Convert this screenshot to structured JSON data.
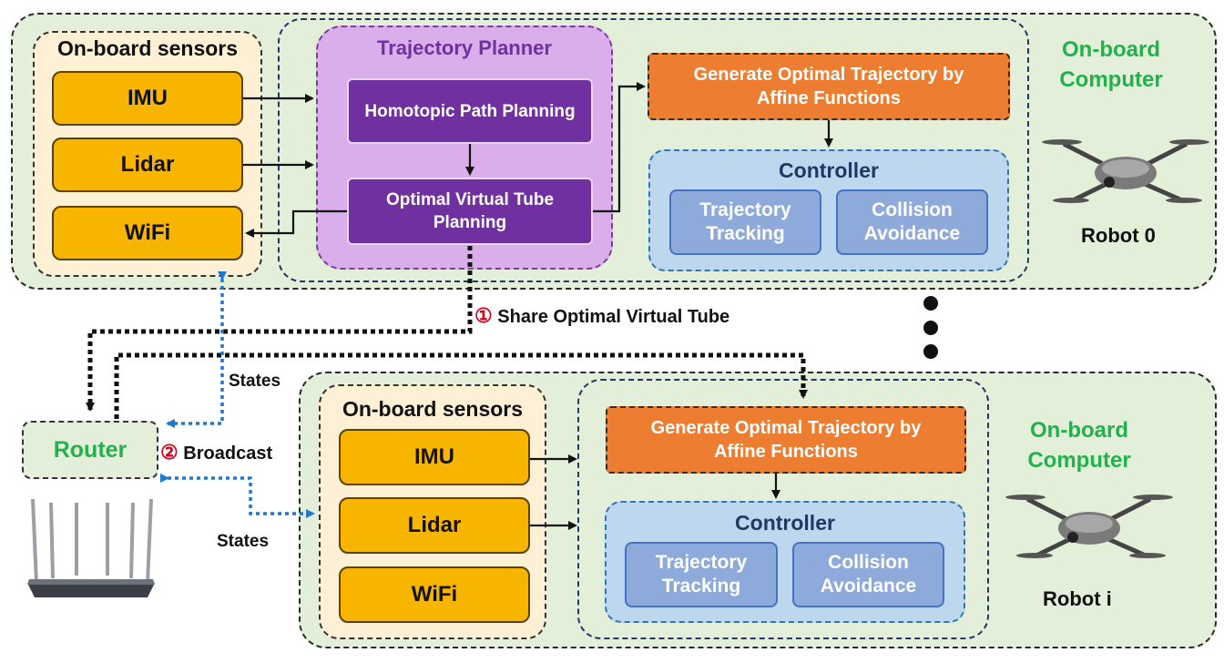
{
  "robot0": {
    "sensors_title": "On-board sensors",
    "sensors": [
      "IMU",
      "Lidar",
      "WiFi"
    ],
    "planner_title": "Trajectory Planner",
    "homotopic": "Homotopic Path Planning",
    "optimal_tube_line1": "Optimal Virtual Tube",
    "optimal_tube_line2": "Planning",
    "generate_line1": "Generate Optimal Trajectory by",
    "generate_line2": "Affine Functions",
    "controller_title": "Controller",
    "tracking_line1": "Trajectory",
    "tracking_line2": "Tracking",
    "collision_line1": "Collision",
    "collision_line2": "Avoidance",
    "computer_line1": "On-",
    "computer_line2": "board",
    "computer_line3": "Computer",
    "robot_label": "Robot 0"
  },
  "robot_i": {
    "sensors_title": "On-board sensors",
    "sensors": [
      "IMU",
      "Lidar",
      "WiFi"
    ],
    "generate_line1": "Generate Optimal Trajectory by",
    "generate_line2": "Affine Functions",
    "controller_title": "Controller",
    "tracking_line1": "Trajectory",
    "tracking_line2": "Tracking",
    "collision_line1": "Collision",
    "collision_line2": "Avoidance",
    "computer_line1": "On-board",
    "computer_line2": "Computer",
    "robot_label": "Robot i"
  },
  "router": {
    "label": "Router"
  },
  "annotations": {
    "step1_marker": "①",
    "share": "Share Optimal Virtual Tube",
    "step2_marker": "②",
    "broadcast": "Broadcast",
    "states_upper": "States",
    "states_lower": "States"
  },
  "colors": {
    "panel_bg": "#e3efd9",
    "sensor_fill": "#f7b500",
    "planner_fill": "#d9aeea",
    "planner_box": "#7030a0",
    "generate_fill": "#ed7d31",
    "controller_fill": "#bdd7ee",
    "controller_box": "#8eaadb",
    "green_text": "#22b14c",
    "states_arrow": "#1f77d0",
    "marker_red": "#e0001b"
  },
  "icons": [
    "drone-icon",
    "router-device-icon"
  ]
}
